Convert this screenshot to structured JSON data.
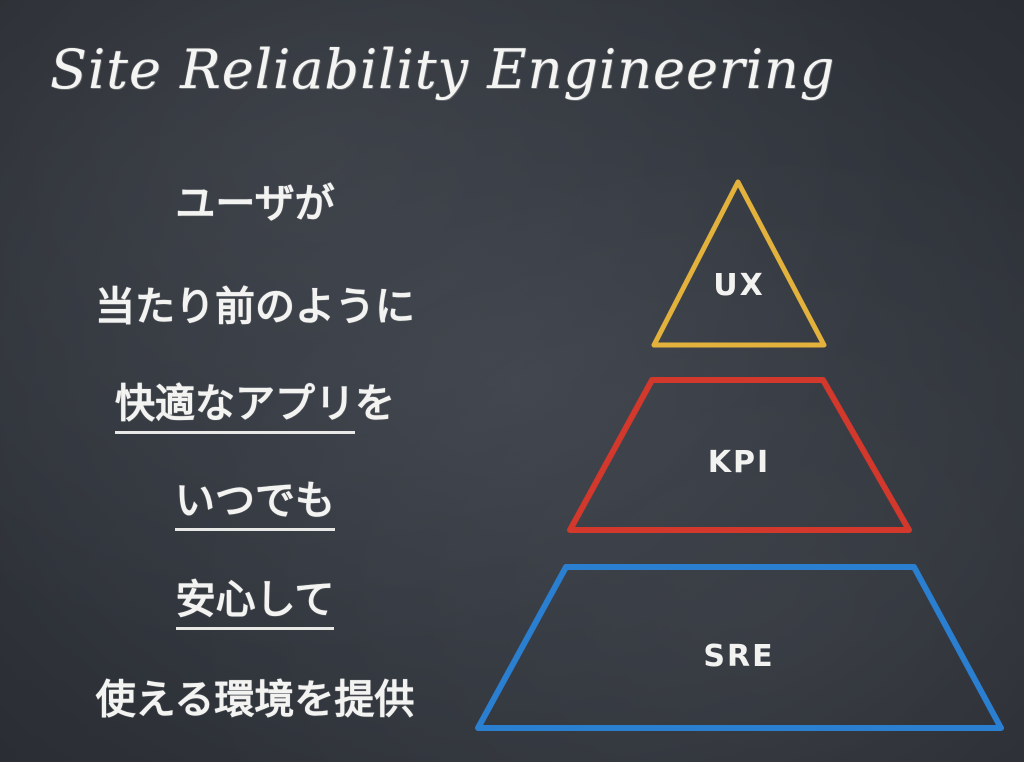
{
  "slide": {
    "title": "Site Reliability Engineering"
  },
  "message": {
    "lines": [
      {
        "text": "ユーザが",
        "underlined": false
      },
      {
        "text": "当たり前のように",
        "underlined": false
      },
      {
        "text": "快適なアプリ",
        "suffix": "を",
        "underlined": true
      },
      {
        "text": "いつでも",
        "underlined": true
      },
      {
        "text": "安心して",
        "underlined": true
      },
      {
        "text": "使える環境を提供",
        "underlined": false
      }
    ]
  },
  "pyramid": {
    "tiers": [
      {
        "label": "UX",
        "color": "#e3b23c"
      },
      {
        "label": "KPI",
        "color": "#d2382b"
      },
      {
        "label": "SRE",
        "color": "#2a7fd0"
      }
    ]
  },
  "colors": {
    "background": "#33373e",
    "chalk": "#f2f2f0"
  }
}
